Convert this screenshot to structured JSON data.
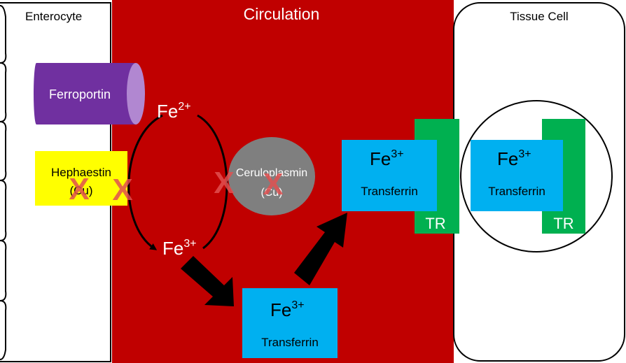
{
  "regions": {
    "enterocyte": "Enterocyte",
    "circulation": "Circulation",
    "tissue_cell": "Tissue Cell"
  },
  "proteins": {
    "ferroportin": "Ferroportin",
    "hephaestin_line1": "Hephaestin",
    "hephaestin_line2": "(Cu)",
    "ceruloplasmin_line1": "Ceruloplasmin",
    "ceruloplasmin_line2": "(Cu)",
    "transferrin": "Transferrin",
    "receptor": "TR"
  },
  "ions": {
    "ferrous_base": "Fe",
    "ferrous_charge": "2+",
    "ferric_base": "Fe",
    "ferric_charge": "3+"
  },
  "inhibition_mark": "X",
  "colors": {
    "circulation": "#c00000",
    "ferroportin": "#7030a0",
    "ferroportin_cap": "#b187d1",
    "hephaestin": "#ffff00",
    "ceruloplasmin": "#7f7f7f",
    "transferrin": "#00b0f0",
    "receptor": "#00b050",
    "inhibition": "#e05050"
  }
}
